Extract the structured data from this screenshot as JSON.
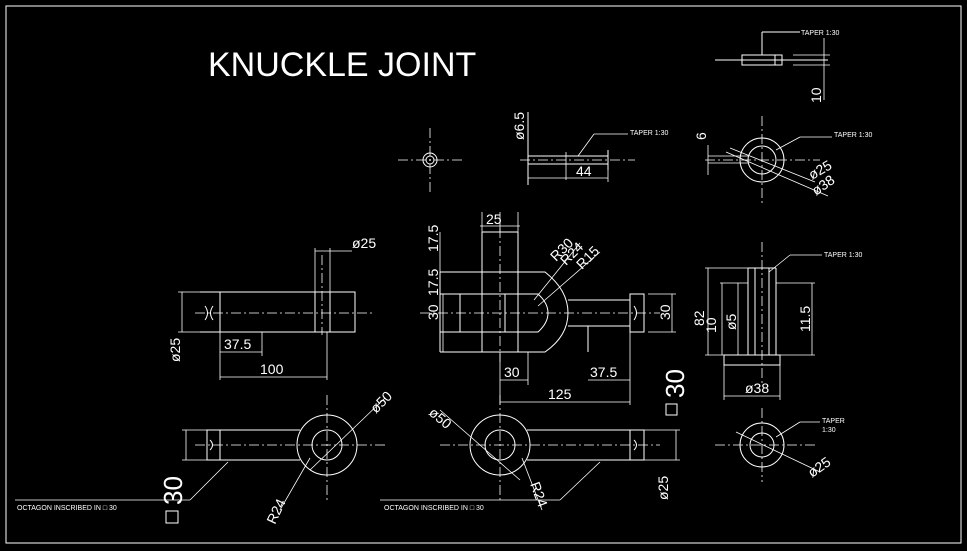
{
  "title": "KNUCKLE JOINT",
  "notes": {
    "octagon_left": "OCTAGON INSCRIBED IN □ 30",
    "octagon_right": "OCTAGON INSCRIBED IN □ 30",
    "taper_collar": "TAPER 1:30",
    "taper_pin_top": "TAPER 1:30",
    "taper_pin_side": "TAPER 1:30",
    "taper_small_top": "TAPER 1:30",
    "taper_bottom_line1": "TAPER",
    "taper_bottom_line2": "1:30"
  },
  "dimensions": {
    "top_right_10": "10",
    "pin_dia_6_5": "ø6.5",
    "pin_len_44": "44",
    "collar_6": "6",
    "collar_25": "ø25",
    "collar_38": "ø38",
    "fork_bore_25": "ø25",
    "fork_shank_25": "ø25",
    "fork_37_5": "37.5",
    "fork_100": "100",
    "mid_17_5_a": "17.5",
    "mid_17_5_b": "17.5",
    "mid_25": "25",
    "mid_r30": "R30",
    "mid_r24": "R24",
    "mid_r15": "R15",
    "mid_30_left": "30",
    "mid_30_right": "30",
    "mid_30_bottom": "30",
    "mid_37_5": "37.5",
    "mid_125": "125",
    "sq_30_mid": "30",
    "pin_82": "82",
    "pin_10": "10",
    "pin_5": "ø5",
    "pin_11_5": "11.5",
    "pin_38": "ø38",
    "eye_left_50": "ø50",
    "eye_left_r24": "R24",
    "sq_30_left": "30",
    "eye_right_50": "ø50",
    "eye_right_r24": "R24",
    "eye_right_25": "ø25",
    "washer_25": "ø25"
  }
}
